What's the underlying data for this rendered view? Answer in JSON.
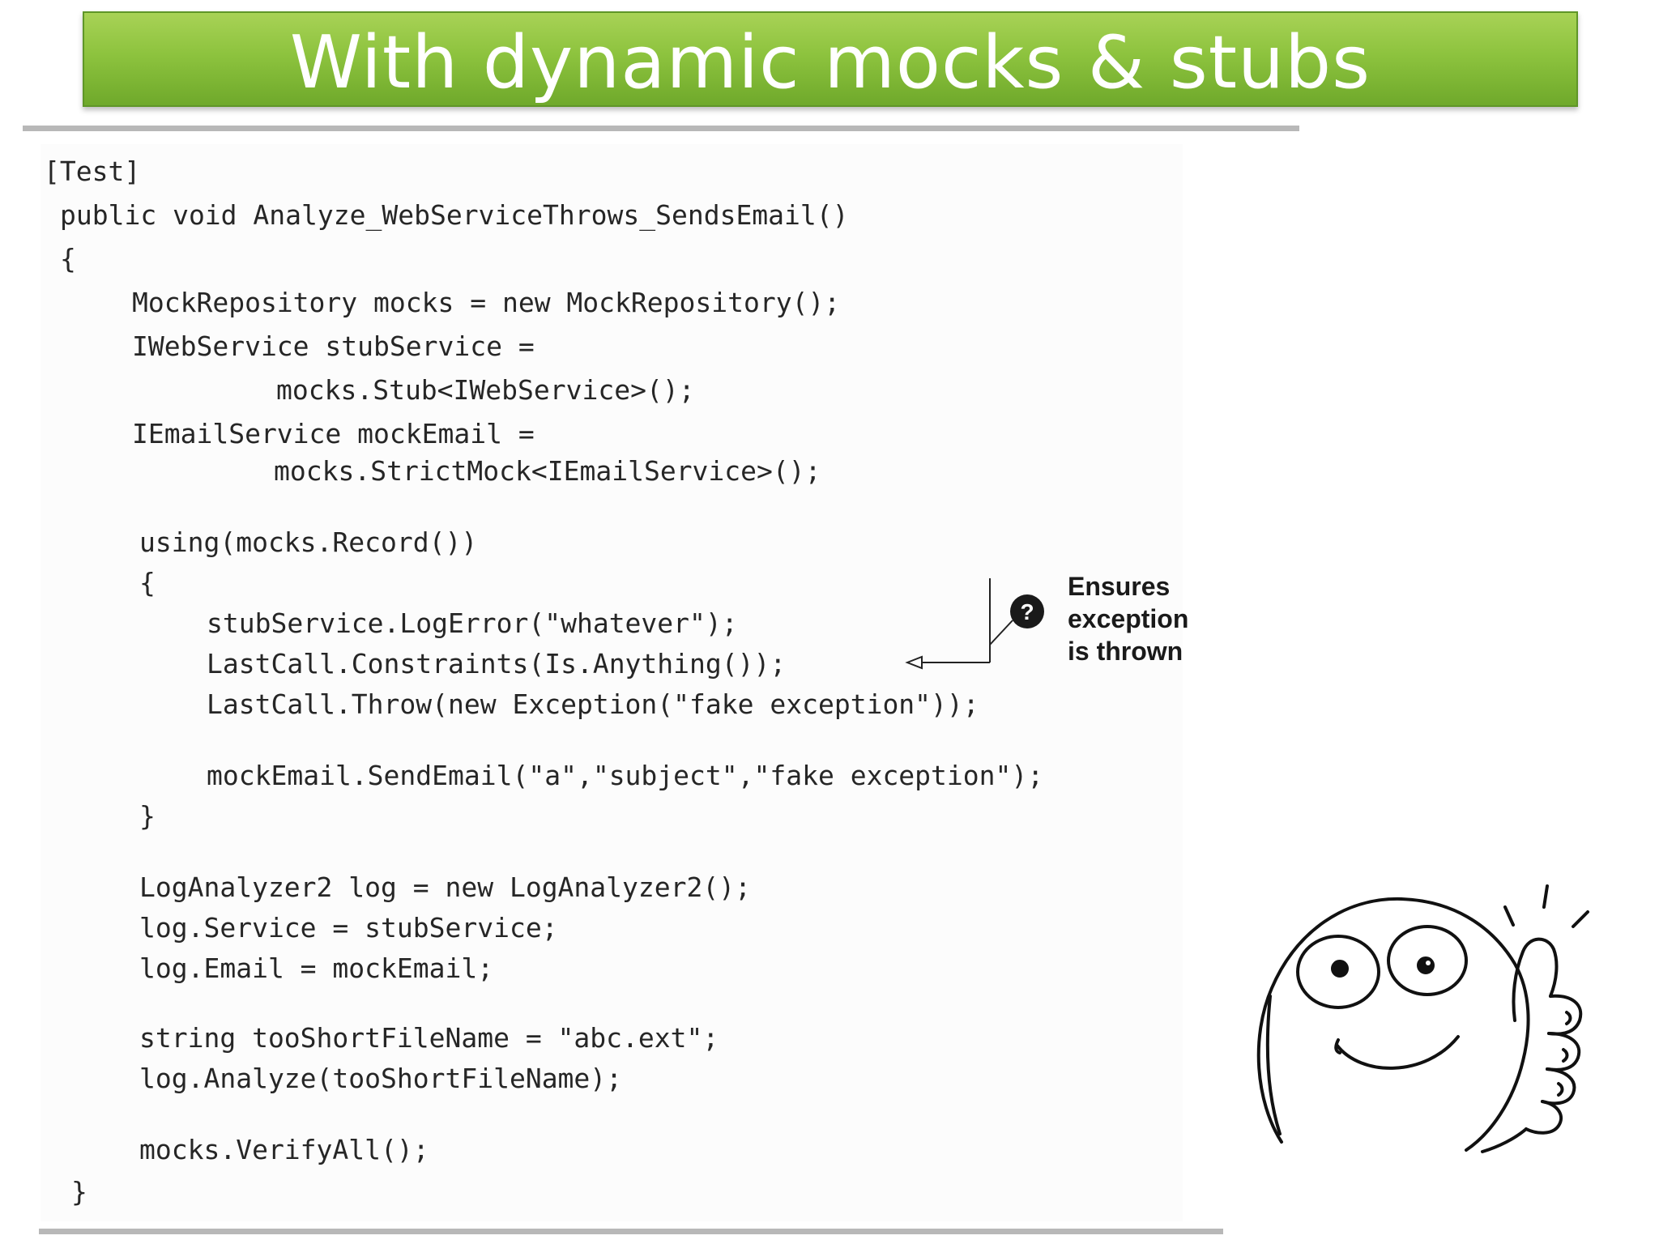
{
  "slide": {
    "title": "With dynamic mocks & stubs"
  },
  "code": {
    "lines": [
      "[Test]",
      "public void Analyze_WebServiceThrows_SendsEmail()",
      "{",
      "MockRepository mocks = new MockRepository();",
      "IWebService stubService =",
      "mocks.Stub<IWebService>();",
      "IEmailService mockEmail =",
      "mocks.StrictMock<IEmailService>();",
      "using(mocks.Record())",
      "{",
      "stubService.LogError(\"whatever\");",
      "LastCall.Constraints(Is.Anything());",
      "LastCall.Throw(new Exception(\"fake exception\"));",
      "mockEmail.SendEmail(\"a\",\"subject\",\"fake exception\");",
      "}",
      "LogAnalyzer2 log = new LogAnalyzer2();",
      "log.Service = stubService;",
      "log.Email = mockEmail;",
      "string tooShortFileName = \"abc.ext\";",
      "log.Analyze(tooShortFileName);",
      "mocks.VerifyAll();",
      "}"
    ]
  },
  "callout": {
    "marker": "?",
    "lines": [
      "Ensures",
      "exception",
      "is thrown"
    ]
  },
  "colors": {
    "title_green": "#8dc33e",
    "rule_gray": "#b8b8b8",
    "code_text": "#262626"
  }
}
